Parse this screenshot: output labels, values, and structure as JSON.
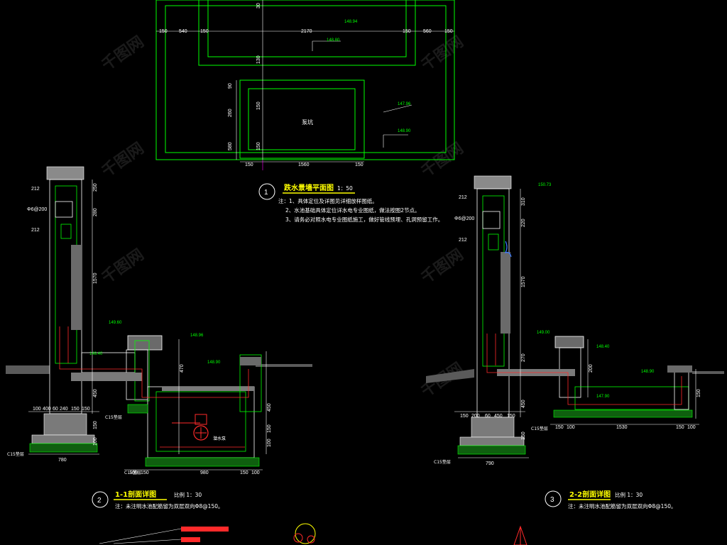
{
  "colors": {
    "background": "#000000",
    "outline": "#00ff00",
    "structure": "#ffffff",
    "hatch": "#9aa0a6",
    "rebar": "#ff2a2a",
    "title": "#ffff00",
    "axis": "#ff00ff",
    "water": "#3a7bff"
  },
  "plan": {
    "title": "跌水景墙平面图",
    "scale": "1：50",
    "circle_no": "1",
    "pit_label": "泵坑",
    "dims_top": [
      "150",
      "540",
      "150",
      "2170",
      "150",
      "560",
      "150"
    ],
    "dims_bottom": [
      "150",
      "1560",
      "150"
    ],
    "dims_left": [
      "90",
      "260",
      "580",
      "150"
    ],
    "dims_center": [
      "30",
      "130",
      "150"
    ],
    "levels": [
      "148.94",
      "148.80",
      "147.96",
      "148.90"
    ],
    "notes": [
      "注：1、具体定位及详图见详细放样图纸。",
      "2、水池基础具体定位详水电专业图纸，做法按图2节点。",
      "3、请务必对照水电专业图纸施工，做好管线预埋、孔洞预留工作。"
    ]
  },
  "section1": {
    "title": "1-1剖面详图",
    "scale": "比例 1：30",
    "circle_no": "2",
    "note": "注：未注明水池配筋留为双层双向Φ8@150。",
    "left_labels": [
      "212",
      "Φ6@200",
      "212"
    ],
    "vertical_dims": [
      "250",
      "280",
      "1570",
      "450",
      "150",
      "100"
    ],
    "right_dims": [
      "470",
      "450",
      "150",
      "100"
    ],
    "bottom_dims_a": [
      "100",
      "400",
      "60",
      "240",
      "150",
      "150"
    ],
    "bottom_dims_b": [
      "100",
      "150",
      "980",
      "150",
      "100"
    ],
    "total_width": "780",
    "levels": [
      "149.60",
      "148.96",
      "148.90",
      "148.40"
    ],
    "c15_labels": [
      "C15垫层",
      "C15垫层",
      "C15垫层"
    ],
    "equipment": "潜水泵"
  },
  "section2": {
    "title": "2-2剖面详图",
    "scale": "比例 1：30",
    "circle_no": "3",
    "note": "注：未注明水池配筋留为双层双向Φ8@150。",
    "left_labels": [
      "212",
      "Φ6@200",
      "212"
    ],
    "vertical_dims": [
      "310",
      "220",
      "1570",
      "270",
      "450",
      "150"
    ],
    "right_dims": [
      "200",
      "150"
    ],
    "bottom_dims_a": [
      "150",
      "200",
      "60",
      "450",
      "150"
    ],
    "bottom_dims_b": [
      "150",
      "100",
      "1530",
      "150",
      "100"
    ],
    "total_width": "790",
    "levels": [
      "150.73",
      "149.00",
      "148.40",
      "148.90",
      "147.90"
    ],
    "c15_labels": [
      "C15垫层",
      "C15垫层"
    ]
  },
  "watermark": "千图网"
}
